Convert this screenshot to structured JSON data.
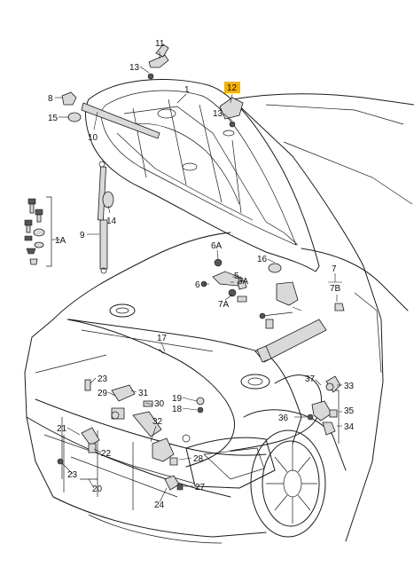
{
  "highlight_color": "#f5b400",
  "callouts": {
    "c1": "1",
    "c5": "5",
    "c5a": "5A",
    "c6": "6",
    "c6a": "6A",
    "c7": "7",
    "c7a": "7A",
    "c7b": "7B",
    "c8": "8",
    "c9": "9",
    "c10": "10",
    "c11": "11",
    "c12": "12",
    "c13a": "13",
    "c13b": "13",
    "c14": "14",
    "c15": "15",
    "c16": "16",
    "c17": "17",
    "c18": "18",
    "c19": "19",
    "c20": "20",
    "c21": "21",
    "c22": "22",
    "c23a": "23",
    "c23b": "23",
    "c24": "24",
    "c27": "27",
    "c28": "28",
    "c29": "29",
    "c30": "30",
    "c31": "31",
    "c32": "32",
    "c33": "33",
    "c34": "34",
    "c35": "35",
    "c36": "36",
    "c37": "37",
    "c1a": "1A"
  }
}
